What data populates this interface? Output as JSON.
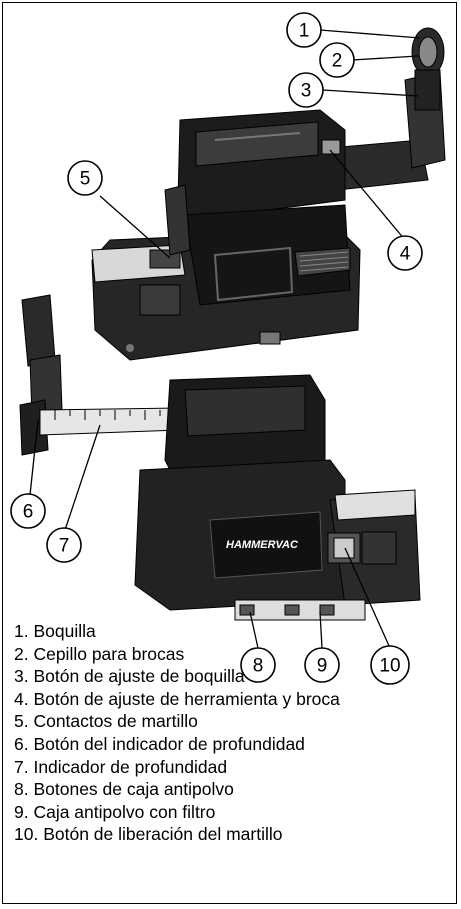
{
  "figure": {
    "brand_label": "HAMMERVAC",
    "callouts": [
      "1",
      "2",
      "3",
      "4",
      "5",
      "6",
      "7",
      "8",
      "9",
      "10"
    ]
  },
  "legend": [
    "1. Boquilla",
    "2. Cepillo para brocas",
    "3. Botón de ajuste de boquilla",
    "4. Botón de ajuste de herramienta y broca",
    "5. Contactos de martillo",
    "6. Botón del indicador de profundidad",
    "7. Indicador de profundidad",
    "8. Botones de caja antipolvo",
    "9. Caja antipolvo con filtro",
    "10. Botón de liberación del martillo"
  ],
  "colors": {
    "body_dark": "#1a1a1a",
    "body_mid": "#3a3a3a",
    "highlight": "#777777",
    "line": "#000000"
  }
}
